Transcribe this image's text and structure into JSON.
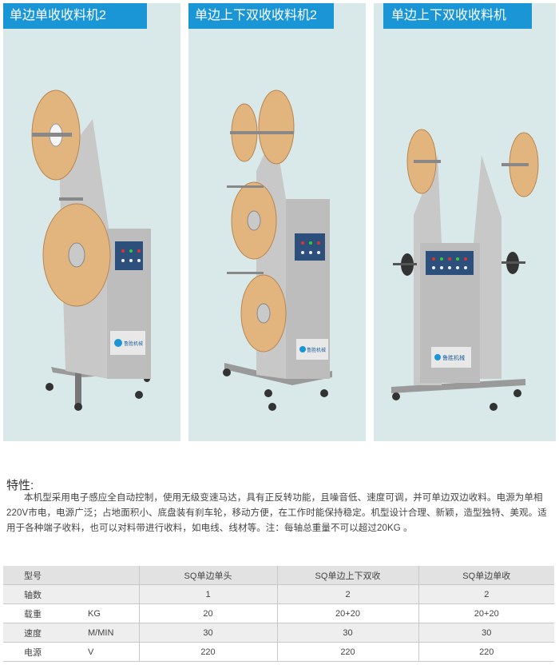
{
  "panels": [
    {
      "title": "单边单收收料机2",
      "logo_text": "鲁胜机械"
    },
    {
      "title": "单边上下双收收料机2",
      "logo_text": "鲁胜机械"
    },
    {
      "title": "单边上下双收收料机",
      "logo_text": "鲁胜机械"
    }
  ],
  "features": {
    "heading": "特性:",
    "body": "本机型采用电子感应全自动控制，使用无级变速马达，具有正反转功能，且噪音低、速度可调，并可单边双边收料。电源为单相220V市电，电源广泛；占地面积小、底盘装有刹车轮，移动方便，在工作时能保持稳定。机型设计合理、新颖，造型独特、美观。适用于各种端子收料，也可以对料带进行收料，如电线、线材等。注：每轴总重量不可以超过20KG 。"
  },
  "spec_table": {
    "header": {
      "label": "型号",
      "unit": "",
      "cols": [
        "SQ单边单头",
        "SQ单边上下双收",
        "SQ单边单收"
      ]
    },
    "rows": [
      {
        "label": "轴数",
        "unit": "",
        "values": [
          "1",
          "2",
          "2"
        ]
      },
      {
        "label": "载重",
        "unit": "KG",
        "values": [
          "20",
          "20+20",
          "20+20"
        ]
      },
      {
        "label": "速度",
        "unit": "M/MIN",
        "values": [
          "30",
          "30",
          "30"
        ]
      },
      {
        "label": "电源",
        "unit": "V",
        "values": [
          "220",
          "220",
          "220"
        ]
      }
    ]
  },
  "colors": {
    "tab_blue": "#1a96d6",
    "panel_bg": "#d9e9ea",
    "reel_wood": "#e2b47e"
  }
}
